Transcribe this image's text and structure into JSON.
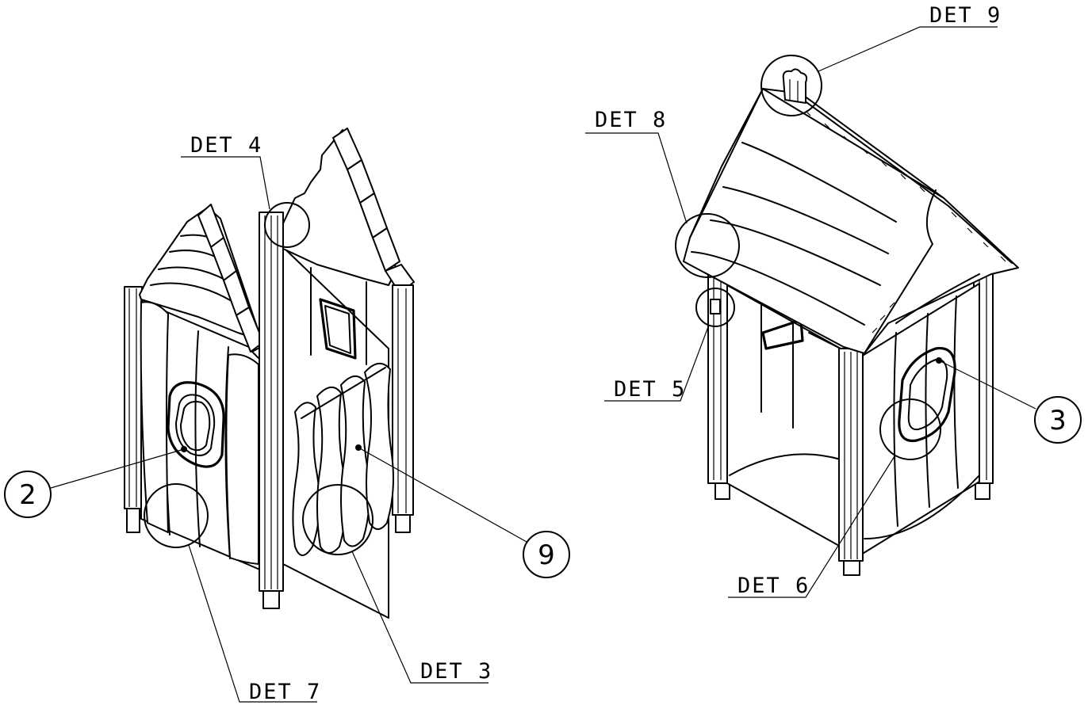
{
  "details": {
    "det3": "DET 3",
    "det4": "DET 4",
    "det5": "DET 5",
    "det6": "DET 6",
    "det7": "DET 7",
    "det8": "DET 8",
    "det9": "DET 9"
  },
  "items": {
    "item2": "2",
    "item3": "3",
    "item9": "9"
  }
}
